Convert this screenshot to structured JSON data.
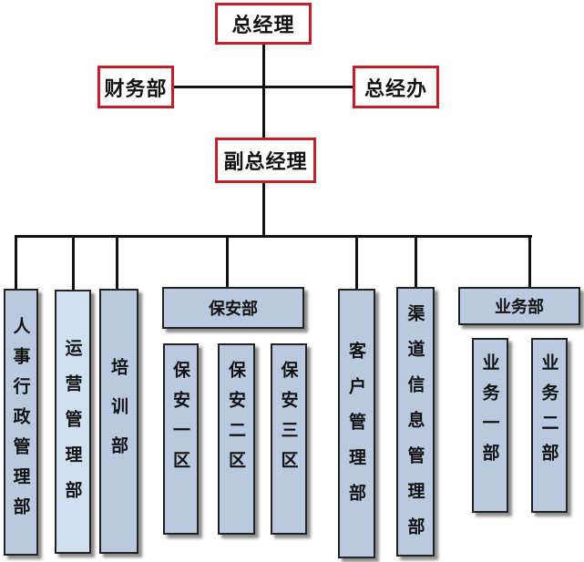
{
  "colors": {
    "top_border": "#c0202a",
    "dept_fill": "#b8c9e0",
    "dept_fill_pale": "#cfe0f1",
    "line": "#111111"
  },
  "leadership": {
    "general_manager": "总经理",
    "finance": "财务部",
    "general_office": "总经办",
    "deputy_general_manager": "副总经理"
  },
  "departments": {
    "hr_admin": "人事行政管理部",
    "operations": "运营管理部",
    "training": "培训部",
    "security": "保安部",
    "security_1": "保安一区",
    "security_2": "保安二区",
    "security_3": "保安三区",
    "customer": "客户管理部",
    "channel": "渠道信息管理部",
    "business": "业务部",
    "business_1": "业务一部",
    "business_2": "业务二部"
  }
}
